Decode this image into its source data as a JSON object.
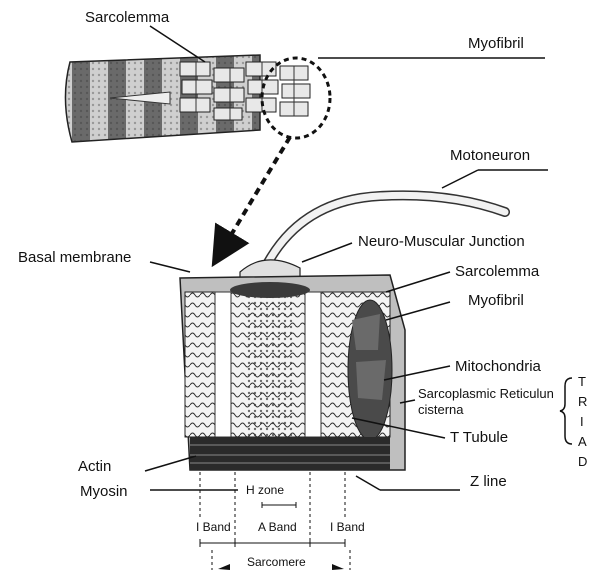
{
  "labels": {
    "sarcolemma_top": "Sarcolemma",
    "myofibril_top": "Myofibril",
    "motoneuron": "Motoneuron",
    "basal_membrane": "Basal membrane",
    "nmj": "Neuro-Muscular Junction",
    "sarcolemma": "Sarcolemma",
    "myofibril": "Myofibril",
    "mitochondria": "Mitochondria",
    "sr_line1": "Sarcoplasmic Reticulun",
    "sr_line2": "cisterna",
    "t_tubule": "T Tubule",
    "actin": "Actin",
    "myosin": "Myosin",
    "z_line": "Z line",
    "h_zone": "H zone",
    "i_band_left": "I Band",
    "a_band": "A Band",
    "i_band_right": "I Band",
    "sarcomere": "Sarcomere"
  },
  "triad": [
    "T",
    "R",
    "I",
    "A",
    "D"
  ]
}
